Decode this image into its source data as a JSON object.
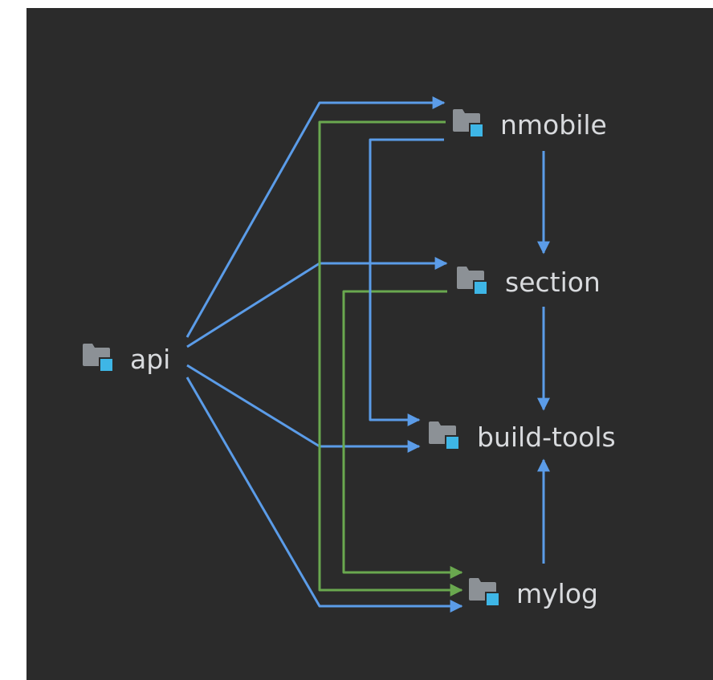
{
  "diagram": {
    "colors": {
      "background": "#2b2b2b",
      "blue_edge": "#5b9ce8",
      "green_edge": "#6aa84f",
      "folder": "#8c9196",
      "module_badge": "#3eb6e6",
      "label": "#d8dadd"
    },
    "nodes": [
      {
        "id": "nmobile",
        "label": "nmobile",
        "icon": "module-folder-icon"
      },
      {
        "id": "section",
        "label": "section",
        "icon": "module-folder-icon"
      },
      {
        "id": "api",
        "label": "api",
        "icon": "module-folder-icon"
      },
      {
        "id": "build_tools",
        "label": "build-tools",
        "icon": "module-folder-icon"
      },
      {
        "id": "mylog",
        "label": "mylog",
        "icon": "module-folder-icon"
      }
    ],
    "edges": [
      {
        "from": "api",
        "to": "nmobile",
        "kind": "blue"
      },
      {
        "from": "api",
        "to": "section",
        "kind": "blue"
      },
      {
        "from": "api",
        "to": "build_tools",
        "kind": "blue"
      },
      {
        "from": "api",
        "to": "mylog",
        "kind": "blue"
      },
      {
        "from": "nmobile",
        "to": "section",
        "kind": "blue"
      },
      {
        "from": "nmobile",
        "to": "build_tools",
        "kind": "blue"
      },
      {
        "from": "nmobile",
        "to": "mylog",
        "kind": "green"
      },
      {
        "from": "section",
        "to": "build_tools",
        "kind": "blue"
      },
      {
        "from": "section",
        "to": "mylog",
        "kind": "green"
      },
      {
        "from": "mylog",
        "to": "build_tools",
        "kind": "blue"
      }
    ]
  }
}
